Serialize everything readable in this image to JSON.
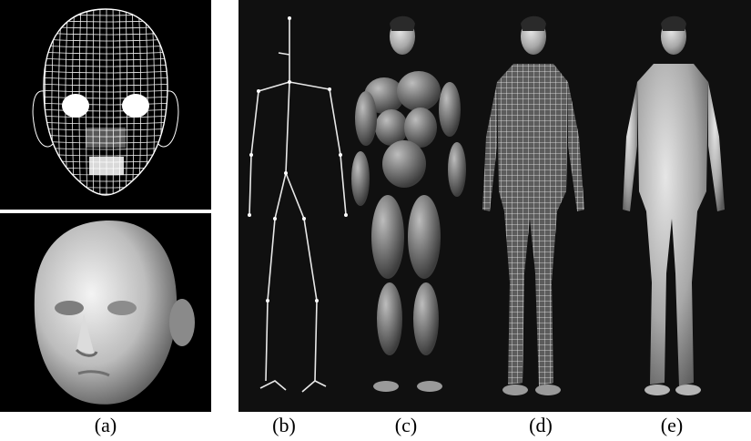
{
  "figure": {
    "captions": {
      "a": "(a)",
      "b": "(b)",
      "c": "(c)",
      "d": "(d)",
      "e": "(e)"
    },
    "colors": {
      "background": "#000000",
      "wireframe": "#ffffff",
      "skin": "#c9c9c9",
      "muscle": "#6a6a6a",
      "skeleton_line": "#e8e8e8"
    },
    "panels": [
      {
        "id": "a-top",
        "content": "wireframe-head"
      },
      {
        "id": "a-bottom",
        "content": "shaded-head"
      },
      {
        "id": "b",
        "content": "stick-skeleton"
      },
      {
        "id": "c",
        "content": "muscle-blob-body"
      },
      {
        "id": "d",
        "content": "wire-mesh-body"
      },
      {
        "id": "e",
        "content": "shaded-skin-body"
      }
    ]
  }
}
